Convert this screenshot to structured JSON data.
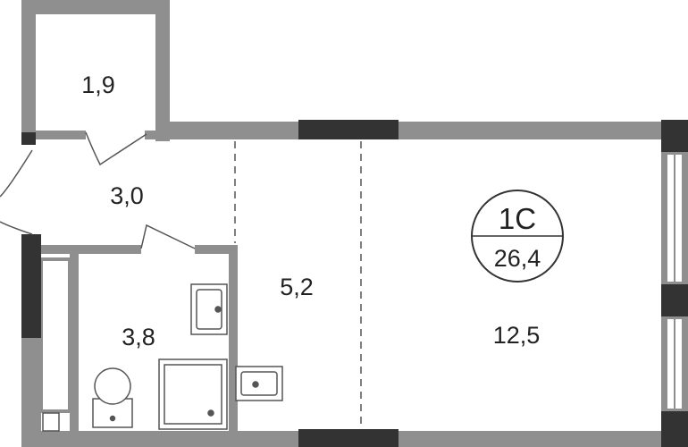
{
  "colors": {
    "wall": "#8f8f8f",
    "wall_dark": "#333333",
    "line": "#555555",
    "background": "#ffffff"
  },
  "apartment": {
    "type": "1С",
    "total_area": "26,4"
  },
  "rooms": {
    "storage": "1,9",
    "hall": "3,0",
    "bathroom": "3,8",
    "kitchen": "5,2",
    "living": "12,5"
  }
}
